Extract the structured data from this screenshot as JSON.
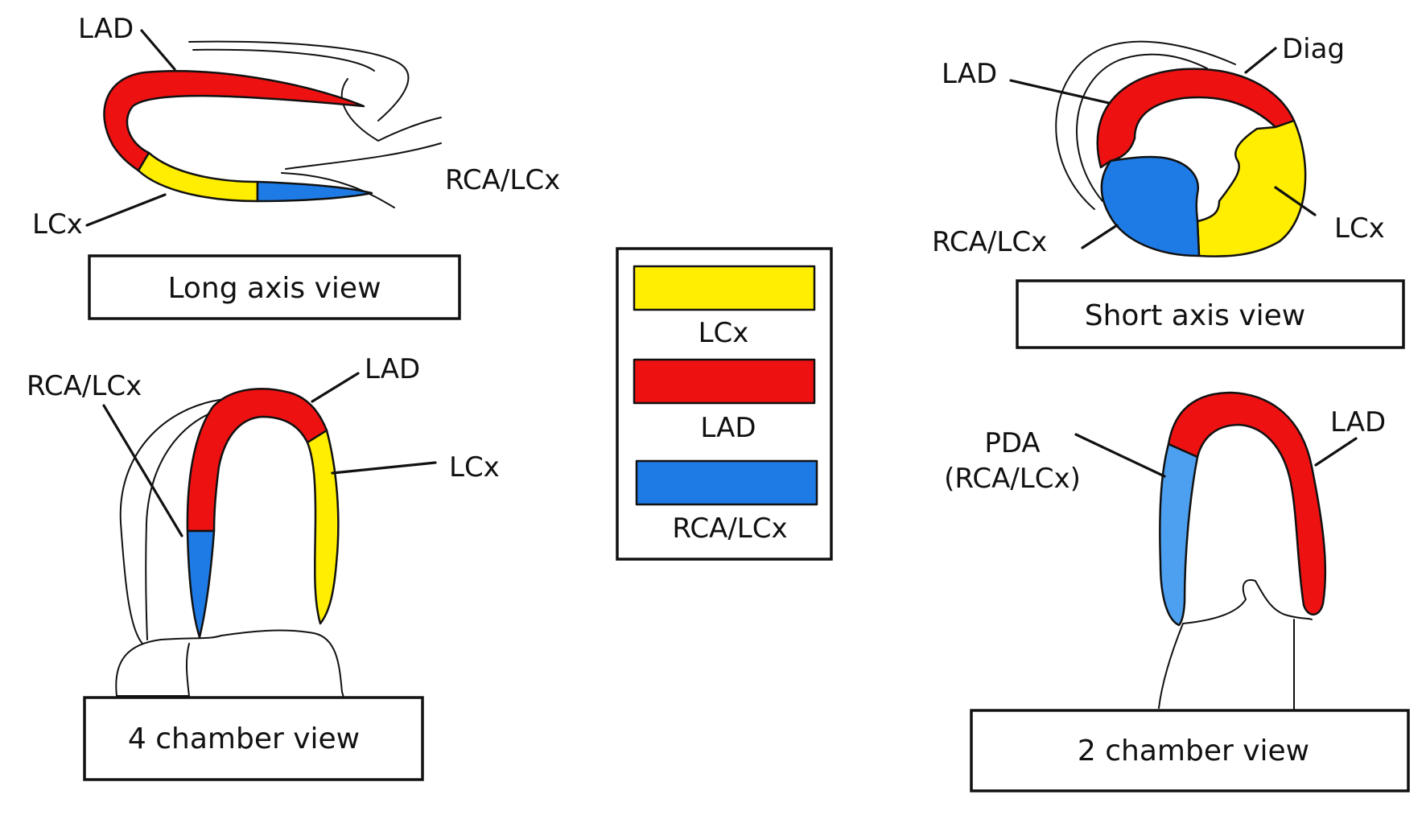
{
  "colors": {
    "LCx": "#ffee00",
    "LAD": "#ee1111",
    "RCA_LCx": "#1e7be6",
    "PDA": "#4d9ff0"
  },
  "legend": {
    "items": [
      {
        "label": "LCx",
        "color": "#ffee00"
      },
      {
        "label": "LAD",
        "color": "#ee1111"
      },
      {
        "label": "RCA/LCx",
        "color": "#1e7be6"
      }
    ]
  },
  "long_axis": {
    "title": "Long axis view",
    "labels": {
      "lad": "LAD",
      "lcx": "LCx",
      "rca_lcx": "RCA/LCx"
    }
  },
  "short_axis": {
    "title": "Short axis view",
    "labels": {
      "lad": "LAD",
      "diag": "Diag",
      "lcx": "LCx",
      "rca_lcx": "RCA/LCx"
    }
  },
  "four_chamber": {
    "title": "4 chamber view",
    "labels": {
      "rca_lcx": "RCA/LCx",
      "lad": "LAD",
      "lcx": "LCx"
    }
  },
  "two_chamber": {
    "title": "2 chamber view",
    "labels": {
      "pda_line1": "PDA",
      "pda_line2": "(RCA/LCx)",
      "lad": "LAD"
    }
  }
}
